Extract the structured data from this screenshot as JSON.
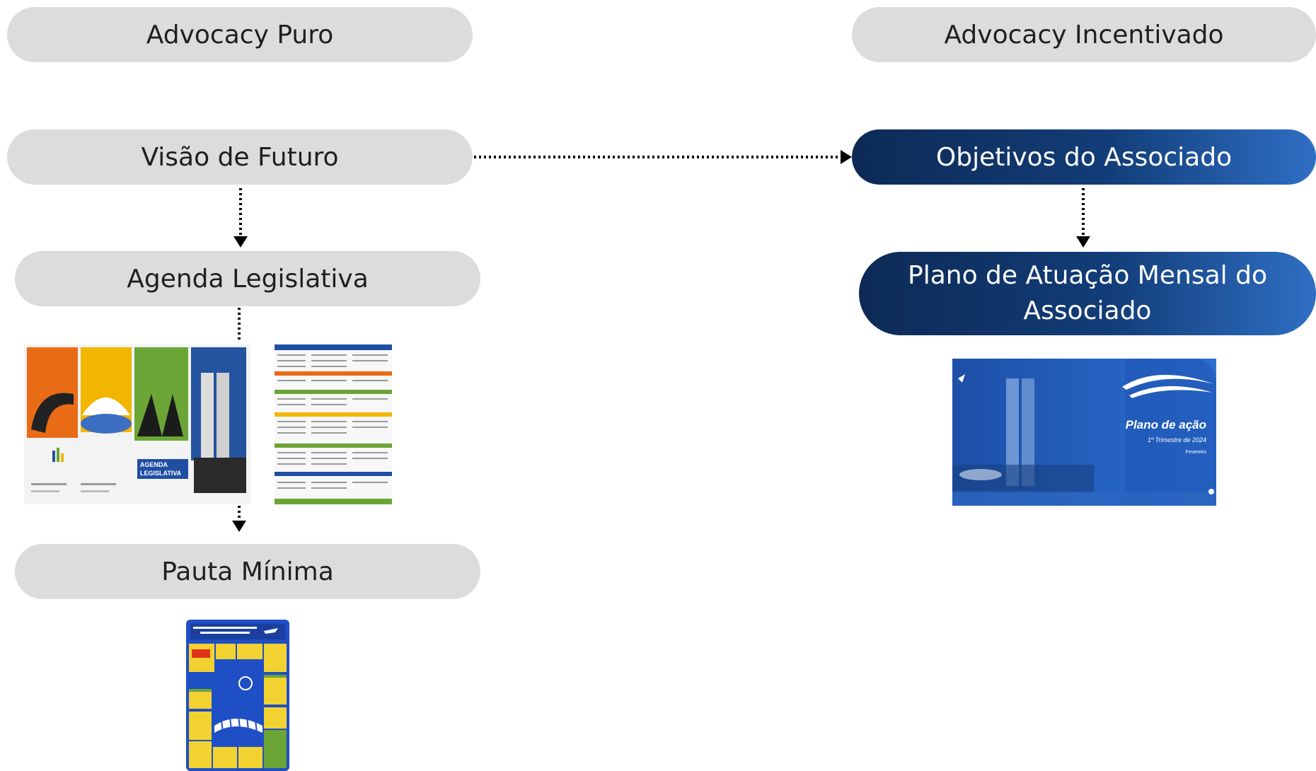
{
  "left_column": {
    "header": "Advocacy Puro",
    "nodes": {
      "visao": "Visão de Futuro",
      "agenda": "Agenda Legislativa",
      "pauta": "Pauta Mínima"
    },
    "agenda_cover": {
      "title_line1": "AGENDA",
      "title_line2": "LEGISLATIVA"
    }
  },
  "right_column": {
    "header": "Advocacy Incentivado",
    "nodes": {
      "objetivos": "Objetivos do Associado",
      "plano": "Plano de Atuação Mensal do Associado"
    },
    "plano_slide": {
      "title": "Plano de ação",
      "subtitle": "1º Trimestre de 2024",
      "month": "Fevereiro"
    }
  },
  "colors": {
    "gray_pill": "#dcdcdc",
    "navy": "#0d2a55",
    "blue_accent": "#2f6fc4",
    "connector": "#000000"
  }
}
